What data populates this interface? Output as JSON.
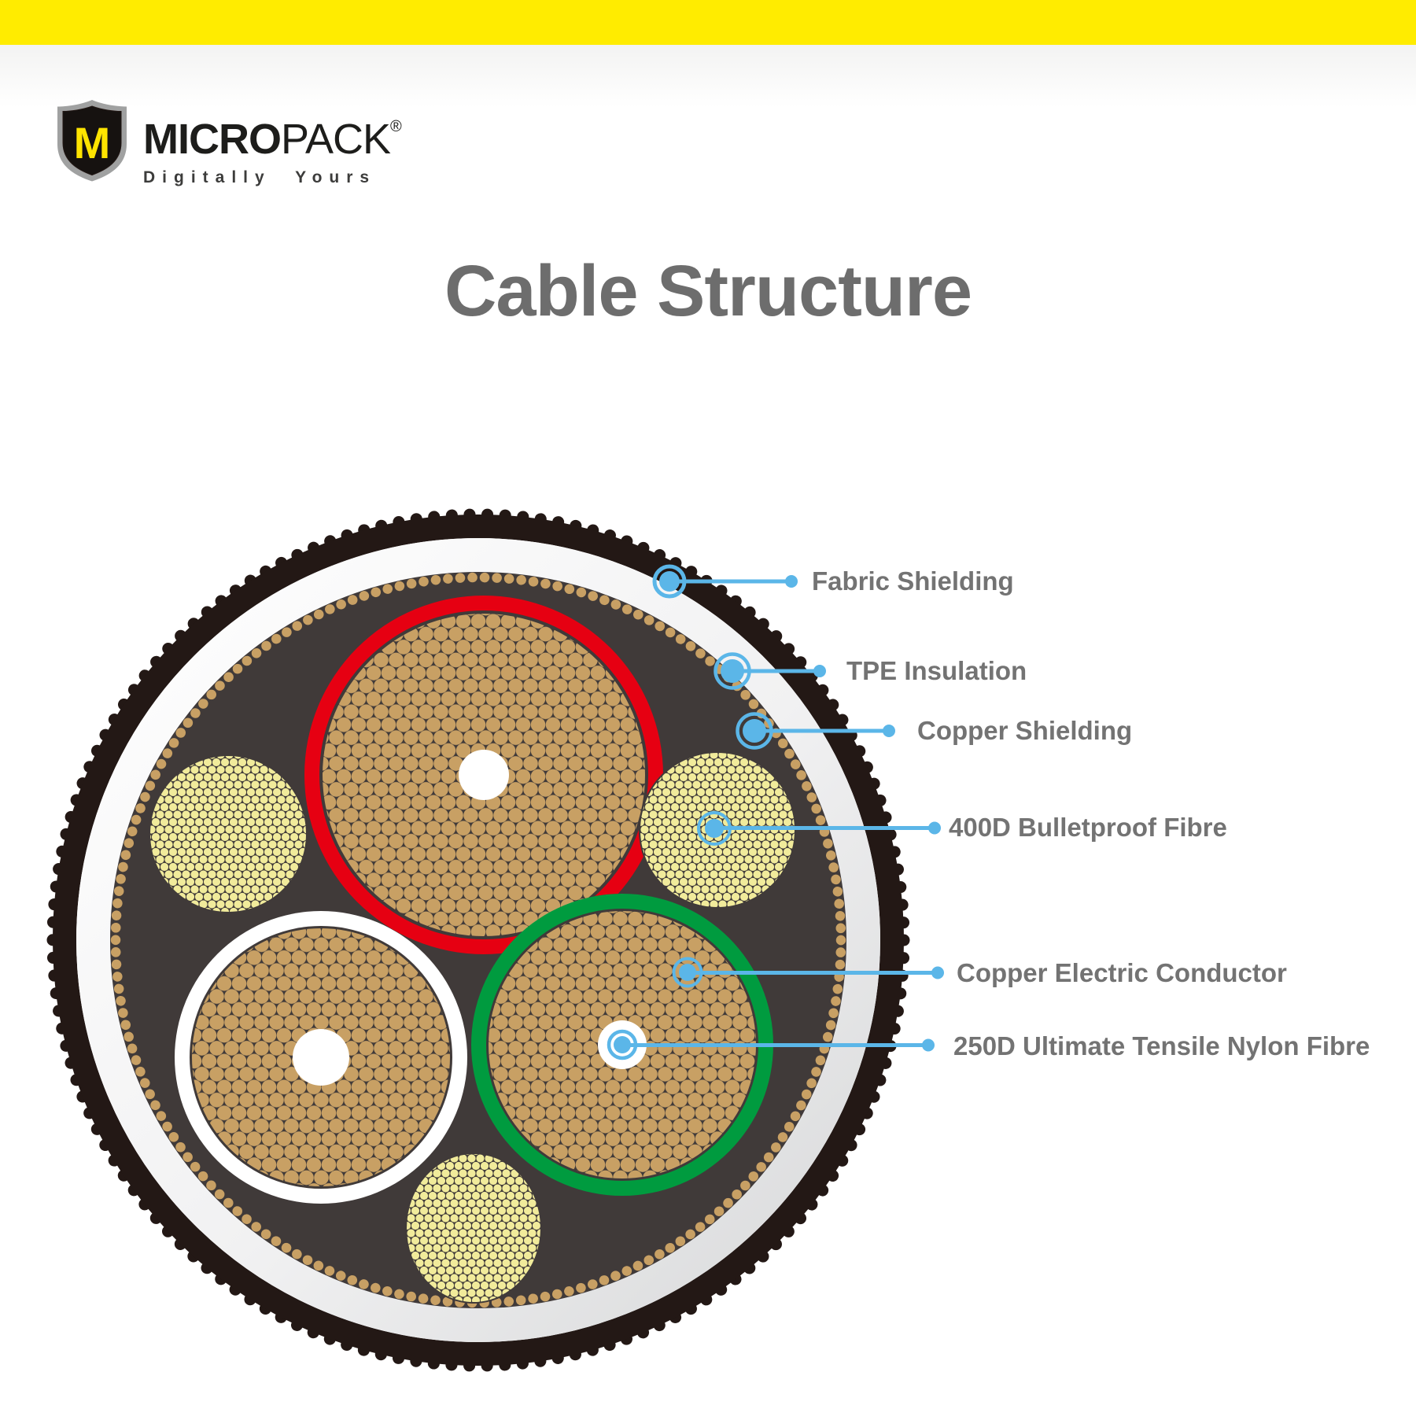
{
  "page": {
    "title": "Cable Structure"
  },
  "brand": {
    "monogram": "M",
    "name_bold": "MICRO",
    "name_light": "PACK",
    "registered": "®",
    "tagline": "Digitally Yours"
  },
  "callouts": [
    {
      "id": "fabric-shielding",
      "label": "Fabric Shielding"
    },
    {
      "id": "tpe-insulation",
      "label": "TPE Insulation"
    },
    {
      "id": "copper-shielding",
      "label": "Copper Shielding"
    },
    {
      "id": "bulletproof-fibre",
      "label": "400D Bulletproof Fibre"
    },
    {
      "id": "copper-conductor",
      "label": "Copper Electric Conductor"
    },
    {
      "id": "nylon-fibre",
      "label": "250D Ultimate Tensile Nylon Fibre"
    }
  ],
  "colors": {
    "accent_bar": "#FFEC00",
    "callout_blue": "#5BB6E8",
    "label_gray": "#737373",
    "title_gray": "#6D6D6D",
    "cable_red": "#E60012",
    "cable_green": "#009B3F",
    "copper": "#C8A064",
    "fibre_yellow": "#F1EB9B",
    "cable_dark": "#403A39",
    "shield_black": "#231815",
    "logo_yellow": "#FFE400"
  }
}
